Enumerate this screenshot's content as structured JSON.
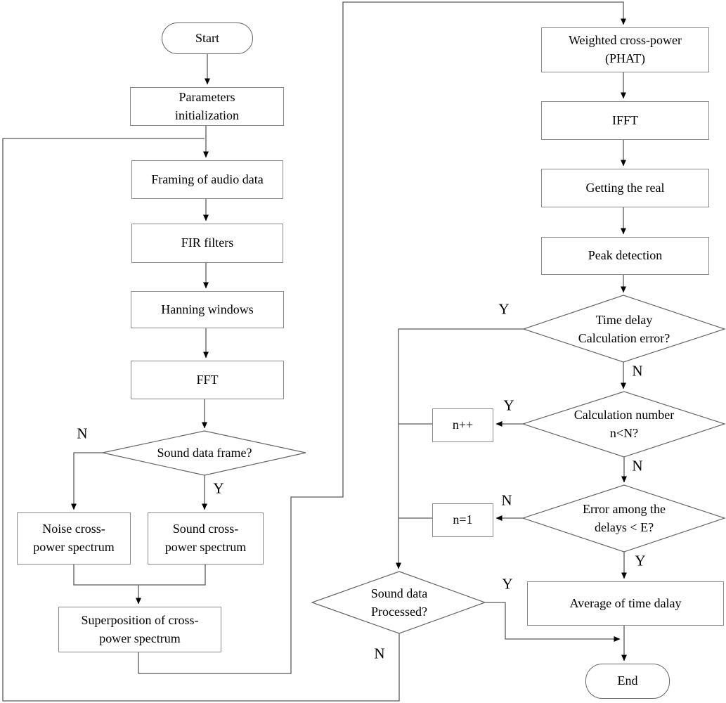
{
  "diagram": {
    "nodes": {
      "start": "Start",
      "params": "Parameters\ninitialization",
      "framing": "Framing of audio data",
      "fir": "FIR filters",
      "hanning": "Hanning windows",
      "fft": "FFT",
      "sound_frame": "Sound data frame?",
      "noise_cps": "Noise cross-\npower spectrum",
      "sound_cps": "Sound cross-\npower spectrum",
      "superposition": "Superposition of cross-\npower spectrum",
      "weighted": "Weighted cross-power\n(PHAT)",
      "ifft": "IFFT",
      "get_real": "Getting the real",
      "peak": "Peak detection",
      "time_delay_err": "Time delay\nCalculation error?",
      "calc_num": "Calculation number\nn<N?",
      "n_increment": "n++",
      "err_among": "Error among the\ndelays < E?",
      "n_reset": "n=1",
      "average": "Average of time dalay",
      "sound_processed": "Sound data\nProcessed?",
      "end": "End"
    },
    "branch_labels": {
      "sound_frame_no": "N",
      "sound_frame_yes": "Y",
      "time_delay_yes": "Y",
      "time_delay_no": "N",
      "calc_num_yes": "Y",
      "calc_num_no": "N",
      "err_among_no": "N",
      "err_among_yes": "Y",
      "sound_processed_yes": "Y",
      "sound_processed_no": "N"
    },
    "colors": {
      "background": "#ffffff",
      "connector_line": "#595959",
      "box_border": "#8a8a8a",
      "shape_border": "#666666",
      "arrowhead": "#000000",
      "text": "#000000"
    }
  }
}
